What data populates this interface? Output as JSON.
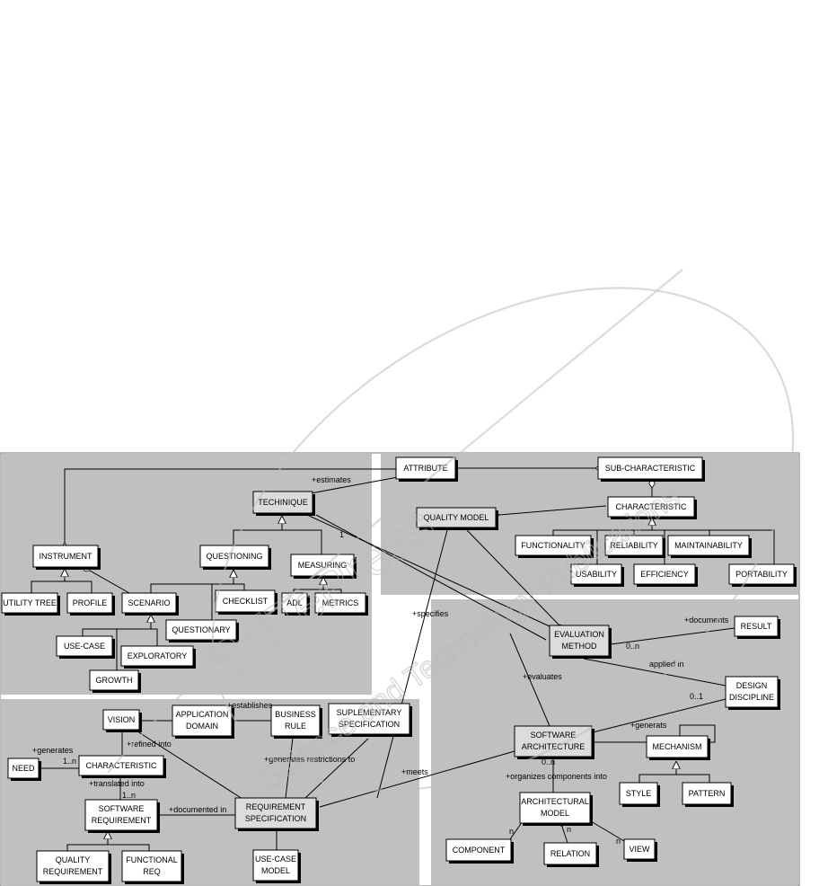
{
  "diagram": {
    "nodes": {
      "attribute": "ATTRIBUTE",
      "sub_characteristic": "SUB-CHARACTERISTIC",
      "characteristic_q": "CHARACTERISTIC",
      "quality_model": "QUALITY MODEL",
      "technique": "TECHINIQUE",
      "instrument": "INSTRUMENT",
      "questioning": "QUESTIONING",
      "measuring": "MEASURING",
      "utility_tree": "UTILITY TREE",
      "profile": "PROFILE",
      "scenario": "SCENARIO",
      "checklist": "CHECKLIST",
      "adl": "ADL",
      "metrics": "METRICS",
      "questionary": "QUESTIONARY",
      "use_case": "USE-CASE",
      "exploratory": "EXPLORATORY",
      "growth": "GROWTH",
      "functionality": "FUNCTIONALITY",
      "reliability": "RELIABILITY",
      "maintainability": "MAINTAINABILITY",
      "usability": "USABILITY",
      "efficiency": "EFFICIENCY",
      "portability": "PORTABILITY",
      "evaluation_method_1": "EVALUATION",
      "evaluation_method_2": "METHOD",
      "result": "RESULT",
      "design_discipline_1": "DESIGN",
      "design_discipline_2": "DISCIPLINE",
      "software_architecture_1": "SOFTWARE",
      "software_architecture_2": "ARCHITECTURE",
      "mechanism": "MECHANISM",
      "style": "STYLE",
      "pattern": "PATTERN",
      "architectural_model_1": "ARCHITECTURAL",
      "architectural_model_2": "MODEL",
      "component": "COMPONENT",
      "relation": "RELATION",
      "view": "VIEW",
      "vision": "VISION",
      "application_domain_1": "APPLICATION",
      "application_domain_2": "DOMAIN",
      "business_rule_1": "BUSINESS",
      "business_rule_2": "RULE",
      "suplementary_spec_1": "SUPLEMENTARY",
      "suplementary_spec_2": "SPECIFICATION",
      "need": "NEED",
      "characteristic_r": "CHARACTERISTIC",
      "software_requirement_1": "SOFTWARE",
      "software_requirement_2": "REQUIREMENT",
      "requirement_spec_1": "REQUIREMENT",
      "requirement_spec_2": "SPECIFICATION",
      "quality_requirement_1": "QUALITY",
      "quality_requirement_2": "REQUIREMENT",
      "functional_req_1": "FUNCTIONAL",
      "functional_req_2": "REQ",
      "use_case_model_1": "USE-CASE",
      "use_case_model_2": "MODEL"
    },
    "labels": {
      "estimates": "+estimates",
      "technique_mult": "1",
      "specifies": "+specifies",
      "documents": "+documents",
      "result_mult": "0..n",
      "applied_in": "applied in",
      "discipline_mult": "0..1",
      "evaluates": "+evaluates",
      "generats": "+generats",
      "organizes": "+organizes components into",
      "arch_mult": "0..n",
      "component_mult": "n",
      "relation_mult": "n",
      "view_mult": "n",
      "meets": "+meets",
      "establishes": "+establishes",
      "refined_into": "+refined into",
      "generates": "+generates",
      "need_mult": "1..n",
      "translated_into": "+translated into",
      "req_mult": "1..n",
      "generates_restrictions": "+generates restrictions to",
      "documented_in": "+documented in"
    }
  },
  "watermark": {
    "brand": "SciTePress",
    "tagline": "Science and Technology Publications"
  }
}
